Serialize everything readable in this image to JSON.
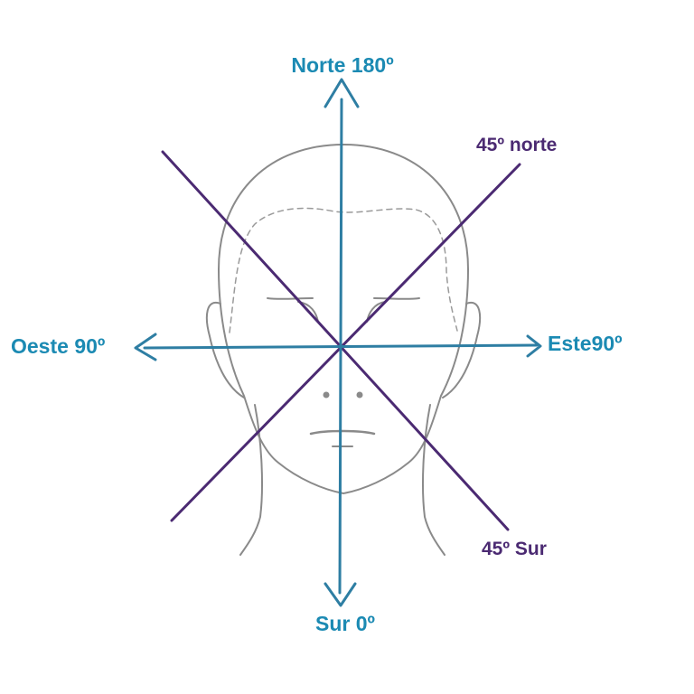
{
  "labels": {
    "north": "Norte 180º",
    "south": "Sur 0º",
    "west": "Oeste 90º",
    "east": "Este90º",
    "diag_north": "45º norte",
    "diag_south": "45º Sur"
  },
  "colors": {
    "axis": "#2e7ea3",
    "axis_text": "#1b8ab3",
    "diagonal": "#4b2a72",
    "face": "#8a8a8a",
    "hairline": "#9a9a9a",
    "background": "#ffffff"
  }
}
